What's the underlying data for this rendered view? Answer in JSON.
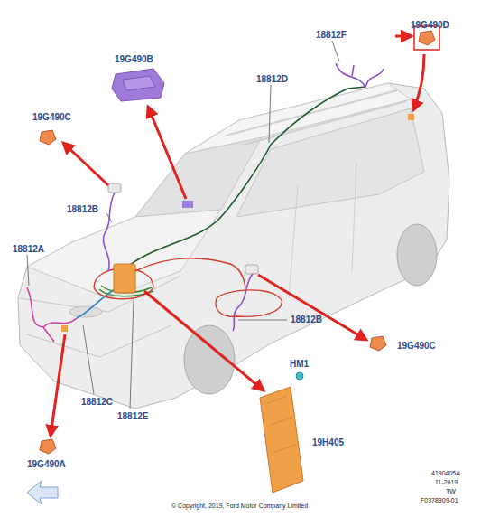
{
  "diagram": {
    "labels": [
      "19G490D",
      "19G490B",
      "18812F",
      "18812D",
      "19G490C",
      "18812B",
      "18812A",
      "18812B",
      "19G490C",
      "HM1",
      "19H405",
      "18812C",
      "18812E",
      "19G490A",
      "4190405A",
      "11-2019",
      "TW",
      "F0378309-01",
      "© Copyright, 2019, Ford Motor Company Limited"
    ]
  }
}
